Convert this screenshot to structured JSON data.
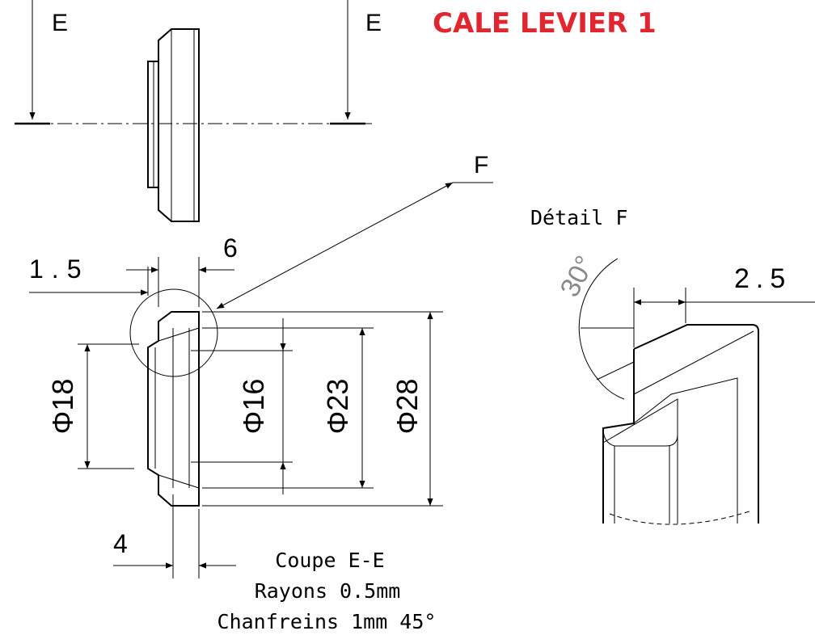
{
  "title": "CALE LEVIER 1",
  "section_marks": {
    "left": "E",
    "right": "E"
  },
  "detail_label": "F",
  "detail_title": "Détail F",
  "dimensions": {
    "d1_5": "1.5",
    "d6": "6",
    "d4": "4",
    "dia18": "Φ18",
    "dia16": "Φ16",
    "dia23": "Φ23",
    "dia28": "Φ28",
    "angle30": "30°",
    "d2_5": "2.5"
  },
  "notes": {
    "line1": "Coupe E-E",
    "line2": "Rayons 0.5mm",
    "line3": "Chanfreins 1mm 45°"
  },
  "colors": {
    "title": "#e0262e",
    "lines": "#000000",
    "angle": "#8a8a8a"
  }
}
